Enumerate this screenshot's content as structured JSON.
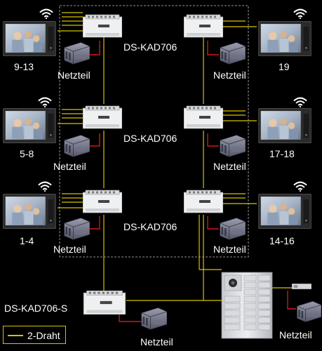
{
  "colors": {
    "bus": "#d8c200",
    "power": "#d01818",
    "dashed_frame": "#bfbfbf",
    "text": "#ffffff"
  },
  "icons": {
    "monitor": "indoor-monitor-icon",
    "wifi": "wifi-icon",
    "distributor": "distributor-icon",
    "power_supply": "power-supply-icon",
    "door_station": "door-station-icon",
    "door_lock": "door-lock-icon"
  },
  "labels": {
    "distributor_model": "DS-KAD706",
    "main_distributor_model": "DS-KAD706-S",
    "power_supply": "Netzteil",
    "legend_2wire": "2-Draht"
  },
  "rows": [
    {
      "left_group": "9-13",
      "right_group": "19"
    },
    {
      "left_group": "5-8",
      "right_group": "17-18"
    },
    {
      "left_group": "1-4",
      "right_group": "14-16"
    }
  ]
}
